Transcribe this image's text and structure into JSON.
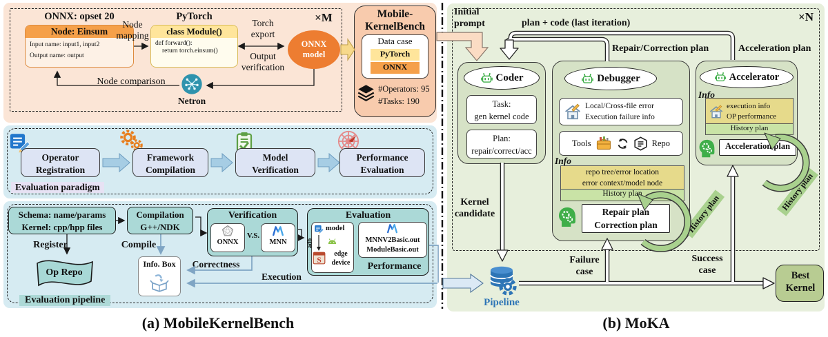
{
  "colors": {
    "panel_orange_bg": "#fbe5d6",
    "panel_blue_bg": "#d6ebf2",
    "panel_green_bg": "#e7efdc",
    "onnx_orange": "#ed7d31",
    "node_header_orange": "#f5a04a",
    "pytorch_yellow": "#ffe59b",
    "benchmark_peach": "#f8cbad",
    "teal_box": "#abd9d7",
    "lavender_box": "#dde4f4",
    "agent_green": "#d6e2c6",
    "info_yellow": "#e6da8b",
    "history_green": "#c9e3a6",
    "arrow_green": "#a9d18e",
    "pipeline_blue": "#2e75b6",
    "best_kernel_green": "#b8cc92"
  },
  "captions": {
    "a": "(a) MobileKernelBench",
    "b": "(b) MoKA"
  },
  "gen": {
    "mult": "×M",
    "onnx_title": "ONNX: opset 20",
    "einsum_header": "Node: Einsum",
    "einsum_body": "Input name: input1, input2\nOutput name: output",
    "node_mapping": "Node\nmapping",
    "pytorch_title": "PyTorch",
    "module_header": "class Module()",
    "module_line1": "def forward():",
    "module_line2": "return torch.einsum()",
    "torch_export": "Torch\nexport",
    "output_verification": "Output\nverification",
    "onnx_model": "ONNX\nmodel",
    "node_comparison": "Node comparison",
    "netron": "Netron"
  },
  "bench": {
    "title": "Mobile-\nKernelBench",
    "data_case": "Data case",
    "chip_pytorch": "PyTorch",
    "chip_onnx": "ONNX",
    "operators": "#Operators: 95",
    "tasks": "#Tasks: 190"
  },
  "paradigm": {
    "label": "Evaluation paradigm",
    "steps": [
      "Operator\nRegistration",
      "Framework\nCompilation",
      "Model\nVerification",
      "Performance\nEvaluation"
    ]
  },
  "pipe": {
    "label": "Evaluation pipeline",
    "schema": "Schema: name/params\nKernel: cpp/hpp files",
    "register": "Register",
    "op_repo": "Op Repo",
    "compilation": "Compilation\nG++/NDK",
    "compile": "Compile",
    "info_box": "Info. Box",
    "verification": "Verification",
    "onnx": "ONNX",
    "vs": "V.S.",
    "mnn": "MNN",
    "correctness": "Correctness",
    "execution": "Execution",
    "evaluation": "Evaluation",
    "model": "model",
    "adb": "adb",
    "edge": "edge\ndevice",
    "outs": "MNNV2Basic.out\nModuleBasic.out",
    "performance": "Performance"
  },
  "moka": {
    "mult": "×N",
    "initial_prompt": "Initial\nprompt",
    "plan_code": "plan + code (last iteration)",
    "repair_label": "Repair/Correction plan",
    "accel_label": "Acceleration plan",
    "kernel_candidate": "Kernel\ncandidate",
    "pipeline": "Pipeline",
    "failure": "Failure\ncase",
    "success": "Success\ncase",
    "best": "Best\nKernel",
    "coder": {
      "name": "Coder",
      "task": "Task:\ngen kernel code",
      "plan": "Plan:\nrepair/correct/acc"
    },
    "debugger": {
      "name": "Debugger",
      "errors": "Local/Cross-file error\nExecution failure info",
      "tools": "Tools",
      "repo": "Repo",
      "info": "Info",
      "ctx": "repo tree/error location\nerror context/model node",
      "history": "History plan",
      "plan": "Repair plan\nCorrection plan",
      "history_rot": "History plan"
    },
    "accelerator": {
      "name": "Accelerator",
      "info": "Info",
      "ctx": "execution info\nOP performance",
      "history": "History plan",
      "plan": "Acceleration plan",
      "history_rot": "History plan"
    }
  },
  "icons": {
    "netron-icon": "teal circle network graph",
    "layers-icon": "stacked layers",
    "pencil-doc-icon": "blue editor with pencil",
    "gears-icon": "orange gears",
    "clipboard-check-icon": "green clipboard with check",
    "radar-icon": "red radar web with arrow",
    "onnx-pentagon-icon": "gray pentagon wireframe",
    "mnn-icon": "blue M logo",
    "android-icon": "green android head",
    "chip-icon": "red SoC chip",
    "unbox-icon": "open box with arrow",
    "database-gear-icon": "blue database with gear",
    "robot-icon": "green robot head",
    "house-pen-icon": "house with pen",
    "toolbox-icon": "orange toolbox",
    "refresh-icon": "circular arrows",
    "repo-icon": "shield with list lines",
    "head-gears-icon": "green head with gears"
  }
}
